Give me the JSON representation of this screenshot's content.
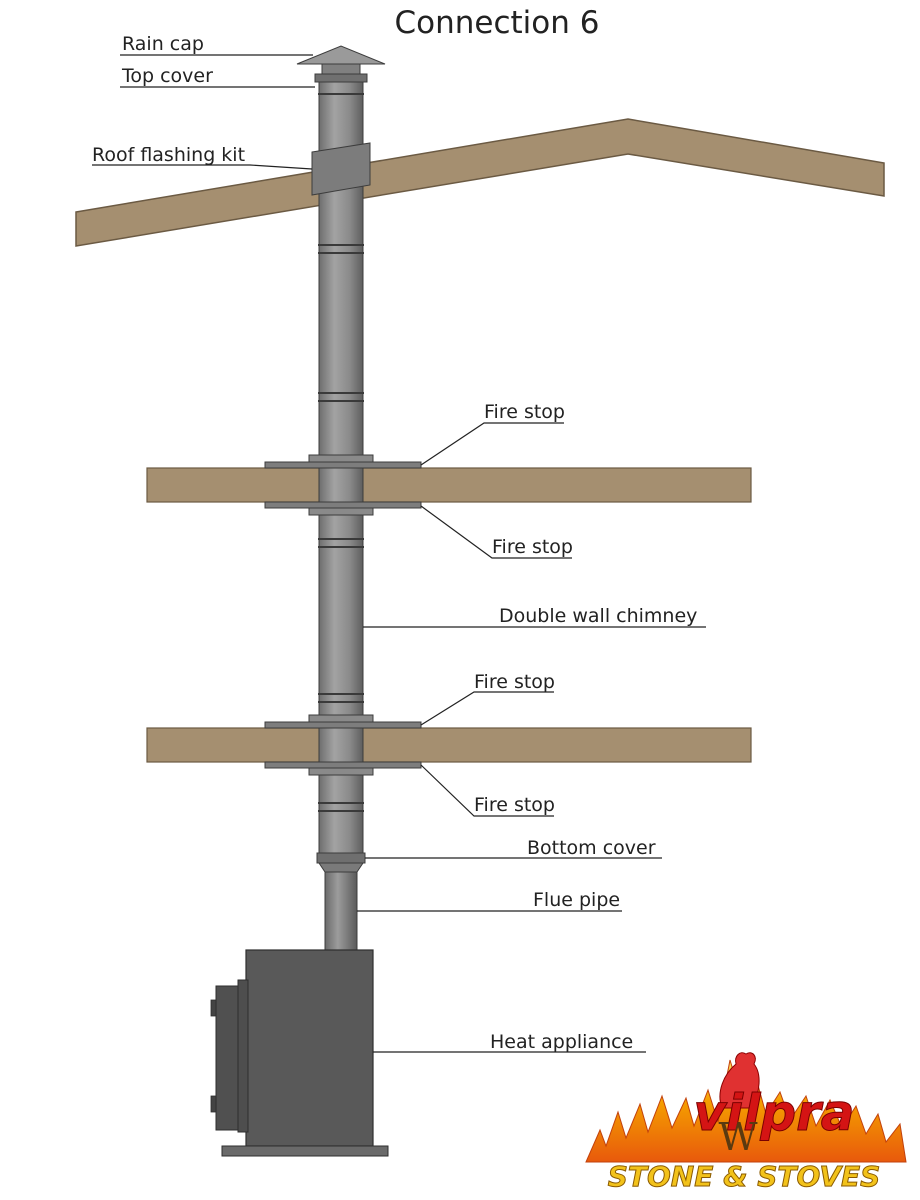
{
  "title": "Connection 6",
  "labels": {
    "rain_cap": "Rain cap",
    "top_cover": "Top cover",
    "roof_flashing_kit": "Roof flashing kit",
    "fire_stop_1": "Fire stop",
    "fire_stop_2": "Fire stop",
    "double_wall_chimney": "Double wall chimney",
    "fire_stop_3": "Fire stop",
    "fire_stop_4": "Fire stop",
    "bottom_cover": "Bottom cover",
    "flue_pipe": "Flue pipe",
    "heat_appliance": "Heat appliance"
  },
  "logo": {
    "brand": "vilpra",
    "monogram": "W",
    "tagline": "STONE & STOVES"
  },
  "colors": {
    "wood": "#a58f70",
    "pipe": "#8f8f8f",
    "stove": "#595959",
    "logo_red": "#d41414",
    "logo_yellow": "#f2c21a"
  }
}
